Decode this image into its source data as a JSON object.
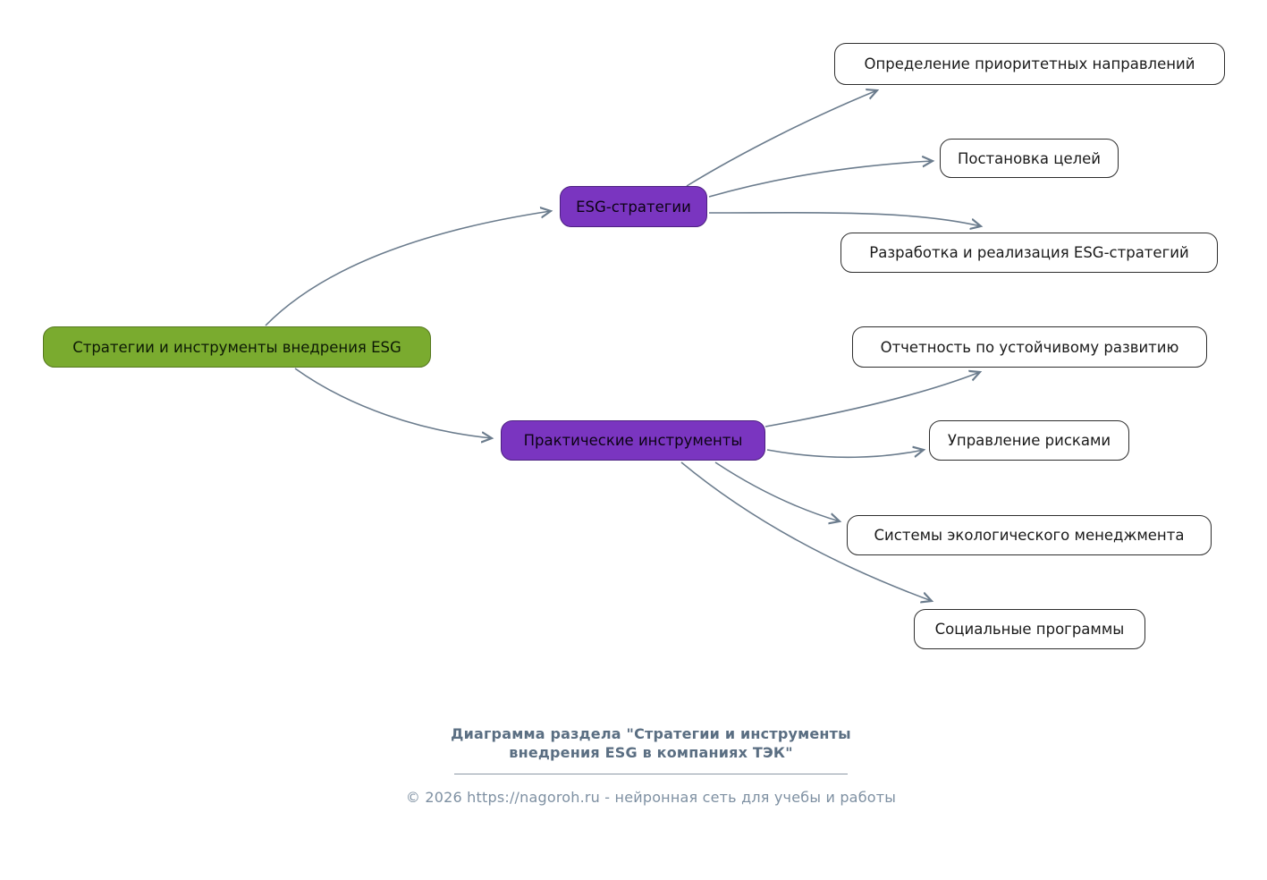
{
  "diagram": {
    "root": {
      "label": "Стратегии и инструменты внедрения ESG"
    },
    "branches": [
      {
        "label": "ESG-стратегии",
        "children": [
          "Определение приоритетных направлений",
          "Постановка целей",
          "Разработка и реализация ESG-стратегий"
        ]
      },
      {
        "label": "Практические инструменты",
        "children": [
          "Отчетность по устойчивому развитию",
          "Управление рисками",
          "Системы экологического менеджмента",
          "Социальные программы"
        ]
      }
    ],
    "colors": {
      "root_fill": "#7aab2f",
      "branch_fill": "#7a35c0",
      "leaf_fill": "#ffffff",
      "leaf_border": "#2d2d2d",
      "edge": "#6b7c8d"
    }
  },
  "footer": {
    "caption_line1": "Диаграмма раздела \"Стратегии и инструменты",
    "caption_line2": "внедрения ESG в компаниях ТЭК\"",
    "copyright": "© 2026 https://nagoroh.ru - нейронная сеть для учебы и работы"
  }
}
